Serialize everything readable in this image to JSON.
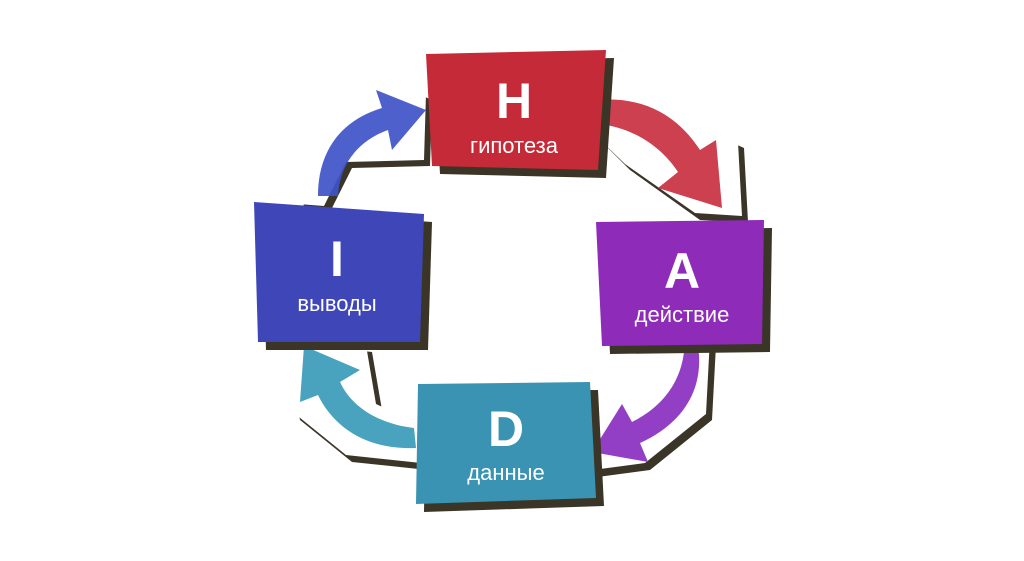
{
  "diagram": {
    "steps": [
      {
        "id": "hypothesis",
        "letter": "H",
        "label": "гипотеза",
        "color": "#c42a37"
      },
      {
        "id": "action",
        "letter": "A",
        "label": "действие",
        "color": "#8e2bb8"
      },
      {
        "id": "data",
        "letter": "D",
        "label": "данные",
        "color": "#3a93b2"
      },
      {
        "id": "insight",
        "letter": "I",
        "label": "выводы",
        "color": "#3f47b8"
      }
    ],
    "arrows": [
      {
        "from": "hypothesis",
        "to": "action",
        "color": "#c93040"
      },
      {
        "from": "action",
        "to": "data",
        "color": "#8a2fc0"
      },
      {
        "from": "data",
        "to": "insight",
        "color": "#3a9ab8"
      },
      {
        "from": "insight",
        "to": "hypothesis",
        "color": "#3f52c8"
      }
    ],
    "shadow_color": "#3b3527",
    "backing_color": "#ffffff"
  }
}
